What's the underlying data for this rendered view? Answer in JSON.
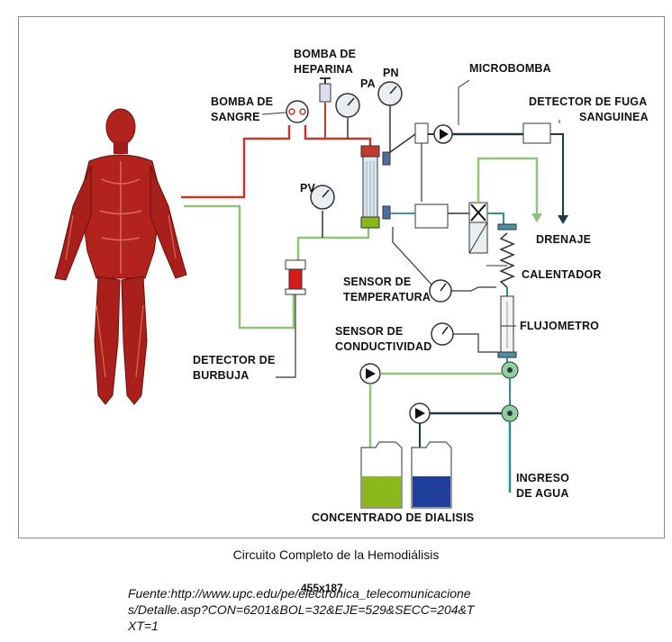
{
  "labels": {
    "bomba_heparina": [
      "BOMBA DE",
      "HEPARINA"
    ],
    "bomba_sangre": [
      "BOMBA DE",
      "SANGRE"
    ],
    "pa": "PA",
    "pn": "PN",
    "pv": "PV",
    "microbomba": "MICROBOMBA",
    "detector_fuga": [
      "DETECTOR DE FUGA",
      "SANGUINEA"
    ],
    "drenaje": "DRENAJE",
    "calentador": "CALENTADOR",
    "sensor_temperatura": [
      "SENSOR DE",
      "TEMPERATURA"
    ],
    "sensor_conductividad": [
      "SENSOR DE",
      "CONDUCTIVIDAD"
    ],
    "flujometro": "FLUJOMETRO",
    "detector_burbuja": [
      "DETECTOR DE",
      "BURBUJA"
    ],
    "ingreso_agua": [
      "INGRESO",
      "DE AGUA"
    ],
    "concentrado": "CONCENTRADO DE DIALISIS"
  },
  "caption": "Circuito Completo de la Hemodiálisis",
  "source_lines": [
    "Fuente:http://www.upc.edu/pe/electronica_telecomunicacione",
    "s/Detalle.asp?CON=6201&BOL=32&EJE=529&SECC=204&T",
    "XT=1"
  ],
  "stamp": "455x187",
  "colors": {
    "blood_line": "#c0392b",
    "dialysate_line": "#8fc27a",
    "water_line": "#2f8f8f",
    "drain_line": "#1a3a44",
    "concentrate_green": "#8ab81a",
    "concentrate_blue": "#1f3f9a",
    "body_red": "#b0201c"
  }
}
